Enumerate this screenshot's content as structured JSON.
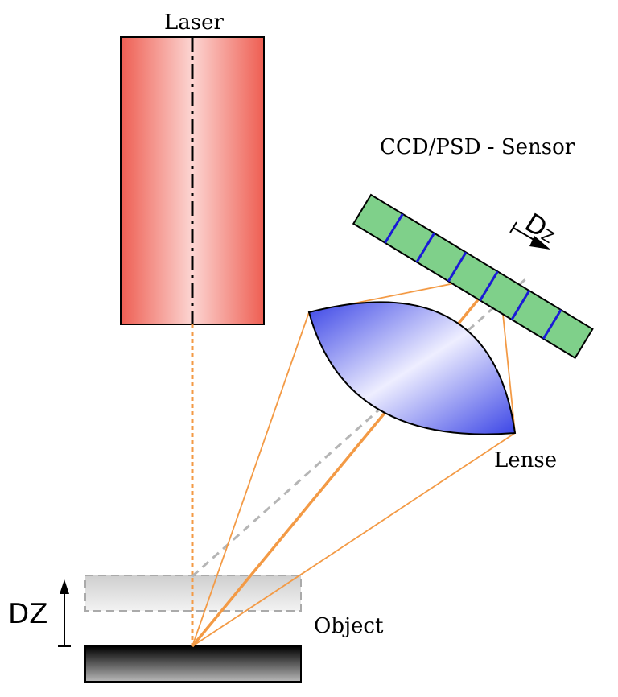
{
  "labels": {
    "laser": "Laser",
    "sensor": "CCD/PSD - Sensor",
    "lens": "Lense",
    "object": "Object",
    "dz_main": "DZ",
    "dz_sensor_big": "D",
    "dz_sensor_sub": "Z"
  },
  "colors": {
    "laser_body_edge": "#ef6a5e",
    "laser_body_center": "#fbd0cc",
    "beam": "#f7a04a",
    "sensor_fill": "#7fd08a",
    "sensor_stripes": "#1a1ad6",
    "lens_edge": "#4a55e0",
    "lens_center": "#e8e8ff",
    "object_dark": "#111111",
    "object_light": "#aaaaaa",
    "ghost_fill": "#dcdcdc",
    "ghost_stroke": "#aaaaaa"
  }
}
